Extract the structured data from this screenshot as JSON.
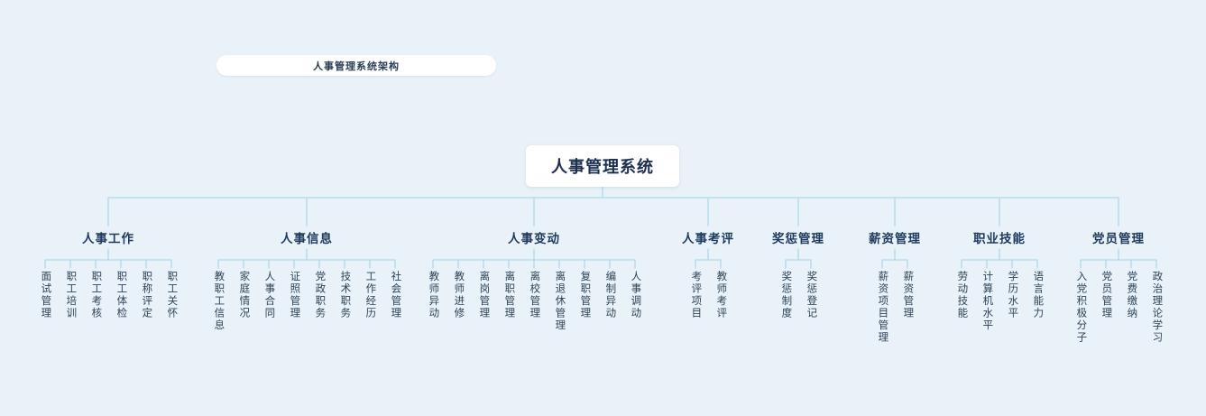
{
  "tab": {
    "label": "人事管理系统架构"
  },
  "root": {
    "label": "人事管理系统"
  },
  "branches": [
    {
      "label": "人事工作",
      "children": [
        "面试管理",
        "职工培训",
        "职工考核",
        "职工体检",
        "职称评定",
        "职工关怀"
      ]
    },
    {
      "label": "人事信息",
      "children": [
        "教职工信息",
        "家庭情况",
        "人事合同",
        "证照管理",
        "党政职务",
        "技术职务",
        "工作经历",
        "社会管理"
      ]
    },
    {
      "label": "人事变动",
      "children": [
        "教师异动",
        "教师进修",
        "离岗管理",
        "离职管理",
        "离校管理",
        "离退休管理",
        "复职管理",
        "编制异动",
        "人事调动"
      ]
    },
    {
      "label": "人事考评",
      "children": [
        "考评项目",
        "教师考评"
      ]
    },
    {
      "label": "奖惩管理",
      "children": [
        "奖惩制度",
        "奖惩登记"
      ]
    },
    {
      "label": "薪资管理",
      "children": [
        "薪资项目管理",
        "薪资管理"
      ]
    },
    {
      "label": "职业技能",
      "children": [
        "劳动技能",
        "计算机水平",
        "学历水平",
        "语言能力"
      ]
    },
    {
      "label": "党员管理",
      "children": [
        "入党积极分子",
        "党员管理",
        "党费缴纳",
        "政治理论学习"
      ]
    }
  ],
  "colors": {
    "background": "#e9f2f8",
    "line": "#aed9ec",
    "node_background": "#ffffff",
    "root_text": "#1d2f4f",
    "branch_text": "#1e3a5f",
    "child_text": "#2f4257"
  }
}
